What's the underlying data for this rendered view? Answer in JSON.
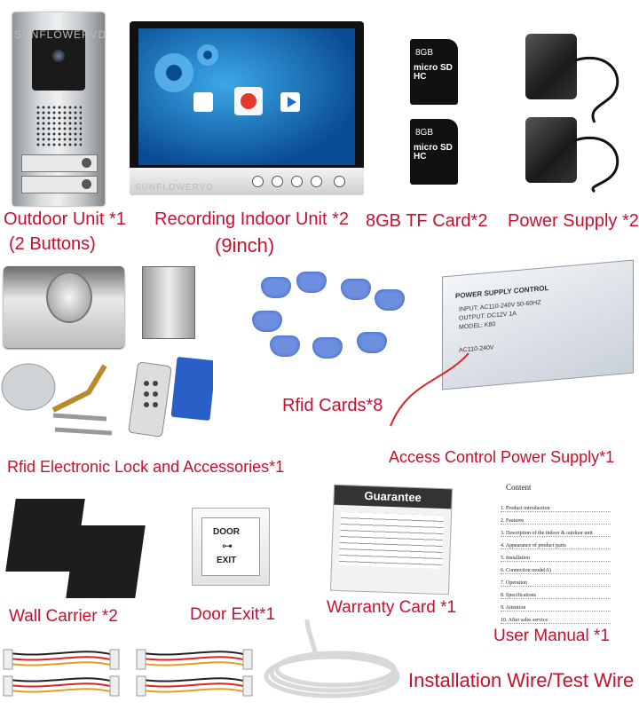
{
  "watermark": "SUNFLOWERVD",
  "products": {
    "outdoor_unit": {
      "label": "Outdoor Unit *1",
      "sub": "(2 Buttons)"
    },
    "indoor_unit": {
      "label": "Recording Indoor Unit *2",
      "sub": "(9inch)"
    },
    "tf_card": {
      "label": "8GB TF Card*2",
      "card_text": "8GB",
      "card_brand": "micro SD HC"
    },
    "power_supply": {
      "label": "Power Supply *2"
    },
    "rfid_lock": {
      "label": "Rfid Electronic Lock and Accessories*1"
    },
    "rfid_cards": {
      "label": "Rfid Cards*8"
    },
    "access_psu": {
      "label": "Access Control Power Supply*1",
      "title": "POWER SUPPLY CONTROL",
      "input": "INPUT: AC110-240V 50-60HZ",
      "output": "OUTPUT: DC12V 1A",
      "model": "MODEL: K80",
      "range": "AC110-240V"
    },
    "wall_carrier": {
      "label": "Wall Carrier *2"
    },
    "door_exit": {
      "label": "Door Exit*1",
      "top_text": "DOOR",
      "bottom_text": "EXIT"
    },
    "warranty_card": {
      "label": "Warranty Card *1",
      "heading": "Guarantee"
    },
    "user_manual": {
      "label": "User Manual *1",
      "heading": "Content",
      "items": [
        "1.  Product introduction",
        "2.  Features",
        "3.  Description of the indoor & outdoor unit",
        "4.  Appearance of product parts",
        "5.  Installation",
        "6.  Connection mode(A)",
        "7.  Operation",
        "8.  Specifications",
        "9.  Attention",
        "10. After sales service"
      ]
    },
    "install_wire": {
      "label": "Installation Wire/Test Wire"
    }
  }
}
